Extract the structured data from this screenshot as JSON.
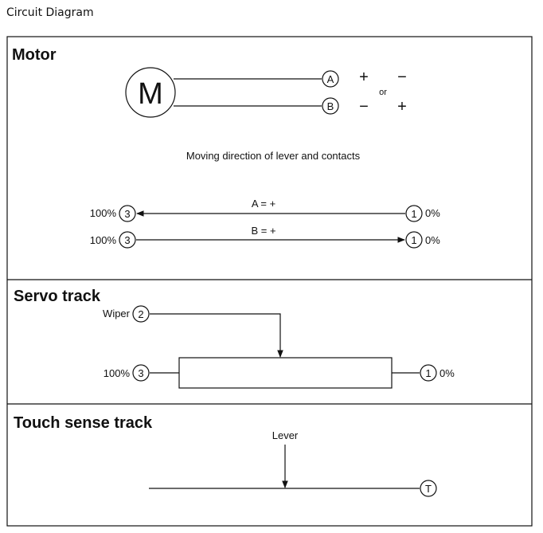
{
  "page_title": "Circuit Diagram",
  "motor": {
    "heading": "Motor",
    "symbol": "M",
    "terminal_a": "A",
    "terminal_b": "B",
    "polarity_top_left": "+",
    "polarity_top_right": "−",
    "polarity_bottom_left": "−",
    "polarity_bottom_right": "+",
    "or_label": "or",
    "direction_caption": "Moving direction of lever and contacts",
    "row1": {
      "left_pct": "100%",
      "left_pin": "3",
      "label": "A = +",
      "right_pin": "1",
      "right_pct": "0%"
    },
    "row2": {
      "left_pct": "100%",
      "left_pin": "3",
      "label": "B = +",
      "right_pin": "1",
      "right_pct": "0%"
    }
  },
  "servo": {
    "heading": "Servo track",
    "wiper_label": "Wiper",
    "wiper_pin": "2",
    "left_pct": "100%",
    "left_pin": "3",
    "right_pin": "1",
    "right_pct": "0%"
  },
  "touch": {
    "heading": "Touch sense track",
    "lever_label": "Lever",
    "terminal": "T"
  }
}
